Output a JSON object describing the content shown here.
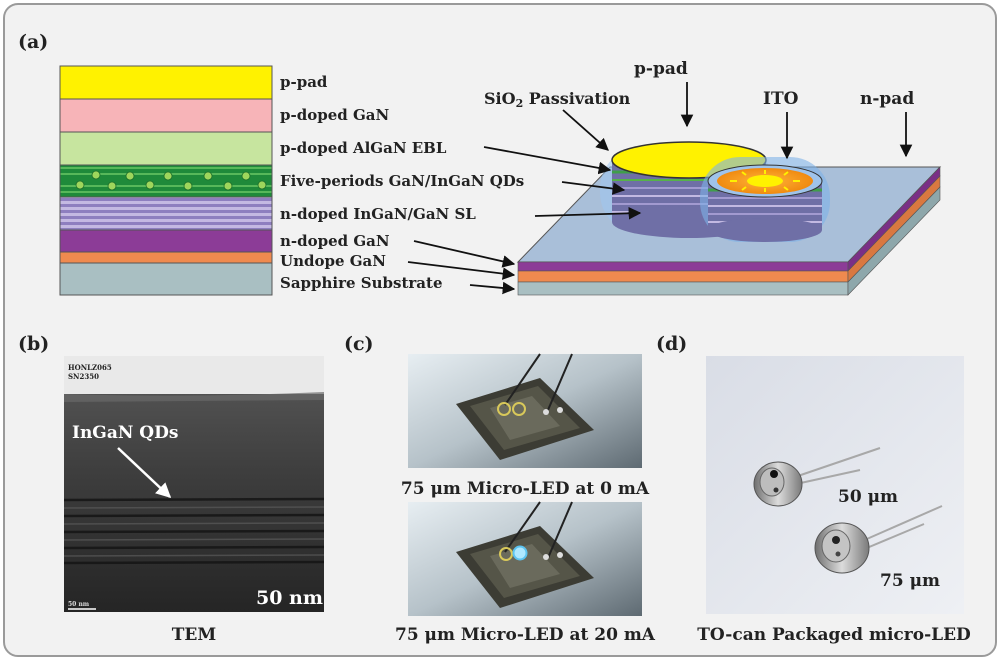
{
  "panel_a": {
    "label": "(a)",
    "layers": [
      {
        "name": "p-pad",
        "color": "#fff200"
      },
      {
        "name": "p-doped GaN",
        "color": "#f7b4b8"
      },
      {
        "name": "p-doped AlGaN EBL",
        "color": "#c7e59f"
      },
      {
        "name": "Five-periods GaN/InGaN QDs",
        "color": "#1f8a3a"
      },
      {
        "name": "n-doped InGaN/GaN SL",
        "color": "#a99ad1"
      },
      {
        "name": "n-doped GaN",
        "color": "#8c3c97"
      },
      {
        "name": "Undope GaN",
        "color": "#ef8a4f"
      },
      {
        "name": "Sapphire Substrate",
        "color": "#a9bfc2"
      }
    ],
    "device_labels": {
      "passivation_prefix": "SiO",
      "passivation_sub": "2",
      "passivation_suffix": " Passivation",
      "p_pad": "p-pad",
      "ito": "ITO",
      "n_pad": "n-pad"
    }
  },
  "panel_b": {
    "label": "(b)",
    "stamp_line1": "HONLZ065",
    "stamp_line2": "SN2350",
    "annotation": "InGaN QDs",
    "scale_small": "50 nm",
    "scale_big": "50 nm",
    "caption": "TEM"
  },
  "panel_c": {
    "label": "(c)",
    "caption_top": "75 μm Micro-LED at 0 mA",
    "caption_bottom": "75 μm Micro-LED at 20 mA"
  },
  "panel_d": {
    "label": "(d)",
    "label_top": "50 μm",
    "label_bottom": "75 μm",
    "caption": "TO-can Packaged micro-LED"
  },
  "colors": {
    "frame_border": "#9a9a9a",
    "frame_fill": "#f2f2f2",
    "ito_glow": "#7fb2e8"
  }
}
